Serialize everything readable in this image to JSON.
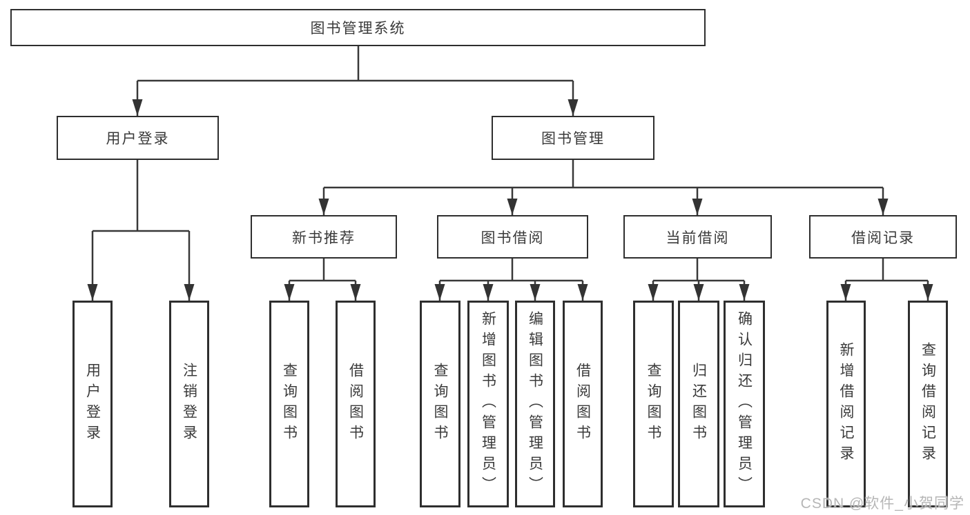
{
  "colors": {
    "background": "#ffffff",
    "box_border": "#2e2e2e",
    "line": "#383838",
    "text": "#3a3a3a",
    "watermark": "#b6b6b6"
  },
  "tree": {
    "root": {
      "label": "图书管理系统",
      "children": [
        {
          "label": "用户登录",
          "children": [
            {
              "label": "用户登录"
            },
            {
              "label": "注销登录"
            }
          ]
        },
        {
          "label": "图书管理",
          "children": [
            {
              "label": "新书推荐",
              "children": [
                {
                  "label": "查询图书"
                },
                {
                  "label": "借阅图书"
                }
              ]
            },
            {
              "label": "图书借阅",
              "children": [
                {
                  "label": "查询图书"
                },
                {
                  "label": "新增图书（管理员）"
                },
                {
                  "label": "编辑图书（管理员）"
                },
                {
                  "label": "借阅图书"
                }
              ]
            },
            {
              "label": "当前借阅",
              "children": [
                {
                  "label": "查询图书"
                },
                {
                  "label": "归还图书"
                },
                {
                  "label": "确认归还（管理员）"
                }
              ]
            },
            {
              "label": "借阅记录",
              "children": [
                {
                  "label": "新增借阅记录"
                },
                {
                  "label": "查询借阅记录"
                }
              ]
            }
          ]
        }
      ]
    }
  },
  "watermark": {
    "text": "CSDN @软件_小贺同学"
  }
}
